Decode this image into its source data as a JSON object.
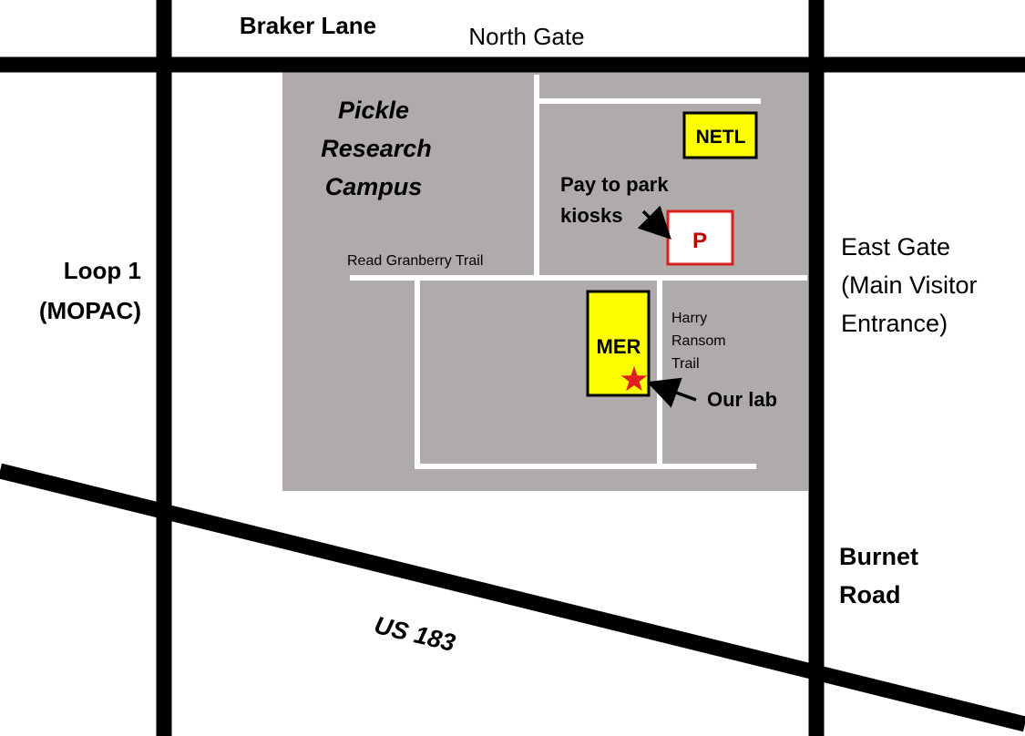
{
  "roads": {
    "braker": "Braker Lane",
    "loop1_line1": "Loop 1",
    "loop1_line2": "(MOPAC)",
    "burnet_line1": "Burnet",
    "burnet_line2": "Road",
    "us183": "US 183"
  },
  "gates": {
    "north": "North Gate",
    "east_line1": "East Gate",
    "east_line2": "(Main Visitor",
    "east_line3": "Entrance)"
  },
  "campus": {
    "line1": "Pickle",
    "line2": "Research",
    "line3": "Campus"
  },
  "trails": {
    "read_granberry": "Read Granberry Trail",
    "harry_line1": "Harry",
    "harry_line2": "Ransom",
    "harry_line3": "Trail"
  },
  "buildings": {
    "netl": "NETL",
    "mer": "MER",
    "parking": "P"
  },
  "annotations": {
    "kiosk_line1": "Pay to park",
    "kiosk_line2": "kiosks",
    "our_lab": "Our lab"
  },
  "colors": {
    "campus_fill": "#afabab",
    "road": "#000000",
    "inner_road": "#ffffff",
    "building": "#ffff00",
    "parking_border": "#d81e1e",
    "parking_text": "#c00000",
    "star": "#e02020"
  }
}
